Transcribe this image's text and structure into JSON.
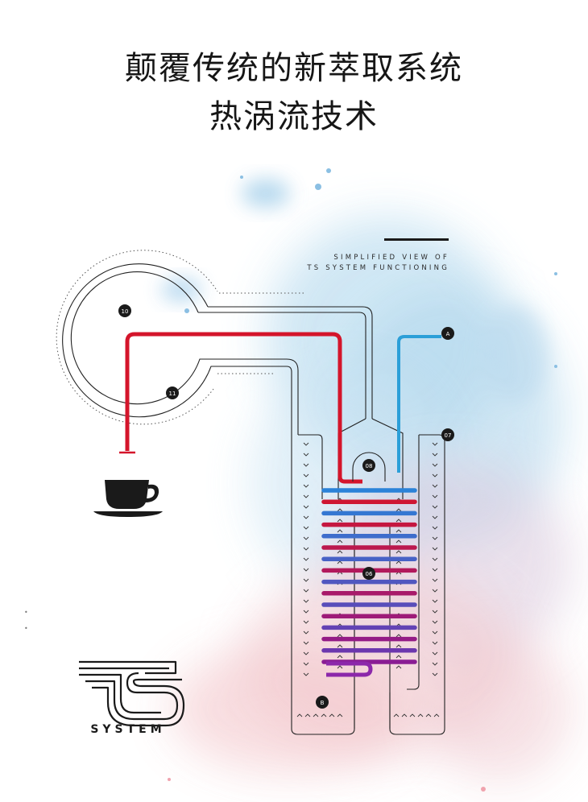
{
  "heading": {
    "line1": "颠覆传统的新萃取系统",
    "line2": "热涡流技术"
  },
  "caption": {
    "line1": "SIMPLIFIED VIEW OF",
    "line2": "TS SYSTEM FUNCTIONING"
  },
  "markers": {
    "m10": "10",
    "m11": "11",
    "mA": "A",
    "m07": "07",
    "m08": "08",
    "m06": "06",
    "mB": "B"
  },
  "logo": {
    "text": "SYSTEM"
  },
  "colors": {
    "hot": "#d4152b",
    "cold": "#2b9fd8",
    "ink": "#1a1a1a"
  }
}
